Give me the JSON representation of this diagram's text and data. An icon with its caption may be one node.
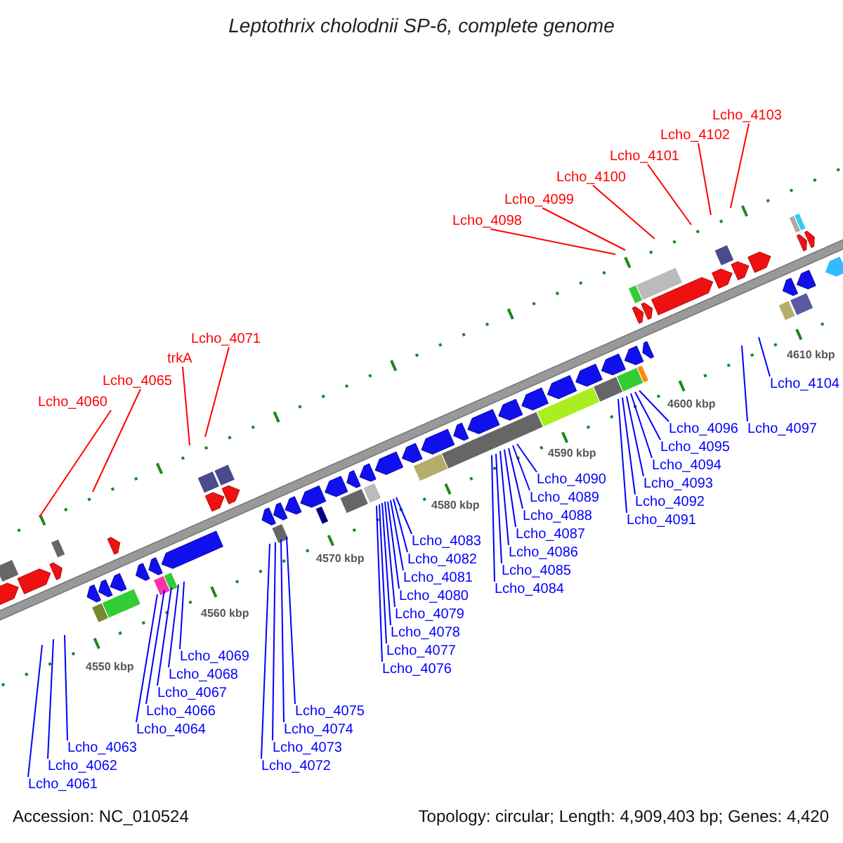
{
  "diagram": {
    "title": "Leptothrix cholodnii SP-6, complete genome",
    "nodes": [
      {
        "text": [
          "Lcho_4060"
        ]
      },
      {
        "text": [
          "Lcho_4065"
        ]
      },
      {
        "text": [
          "trkA"
        ]
      },
      {
        "text": [
          "Lcho_4071"
        ]
      },
      {
        "text": [
          "Lcho_4098"
        ]
      },
      {
        "text": [
          "Lcho_4099"
        ]
      },
      {
        "text": [
          "Lcho_4100"
        ]
      },
      {
        "text": [
          "Lcho_4101"
        ]
      },
      {
        "text": [
          "Lcho_4102"
        ]
      },
      {
        "text": [
          "Lcho_4103"
        ]
      },
      {
        "text": [
          "Lcho_4061"
        ]
      },
      {
        "text": [
          "Lcho_4062"
        ]
      },
      {
        "text": [
          "Lcho_4063"
        ]
      },
      {
        "text": [
          "Lcho_4064"
        ]
      },
      {
        "text": [
          "Lcho_4066"
        ]
      },
      {
        "text": [
          "Lcho_4067"
        ]
      },
      {
        "text": [
          "Lcho_4068"
        ]
      },
      {
        "text": [
          "Lcho_4069"
        ]
      },
      {
        "text": [
          "Lcho_4072"
        ]
      },
      {
        "text": [
          "Lcho_4073"
        ]
      },
      {
        "text": [
          "Lcho_4074"
        ]
      },
      {
        "text": [
          "Lcho_4075"
        ]
      },
      {
        "text": [
          "Lcho_4076"
        ]
      },
      {
        "text": [
          "Lcho_4077"
        ]
      },
      {
        "text": [
          "Lcho_4078"
        ]
      },
      {
        "text": [
          "Lcho_4079"
        ]
      },
      {
        "text": [
          "Lcho_4080"
        ]
      },
      {
        "text": [
          "Lcho_4081"
        ]
      },
      {
        "text": [
          "Lcho_4082"
        ]
      },
      {
        "text": [
          "Lcho_4083"
        ]
      },
      {
        "text": [
          "Lcho_4084"
        ]
      },
      {
        "text": [
          "Lcho_4085"
        ]
      },
      {
        "text": [
          "Lcho_4086"
        ]
      },
      {
        "text": [
          "Lcho_4087"
        ]
      },
      {
        "text": [
          "Lcho_4088"
        ]
      },
      {
        "text": [
          "Lcho_4089"
        ]
      },
      {
        "text": [
          "Lcho_4090"
        ]
      },
      {
        "text": [
          "Lcho_4091"
        ]
      },
      {
        "text": [
          "Lcho_4092"
        ]
      },
      {
        "text": [
          "Lcho_4093"
        ]
      },
      {
        "text": [
          "Lcho_4094"
        ]
      },
      {
        "text": [
          "Lcho_4095"
        ]
      },
      {
        "text": [
          "Lcho_4096"
        ]
      },
      {
        "text": [
          "Lcho_4097"
        ]
      },
      {
        "text": [
          "Lcho_4104"
        ]
      }
    ],
    "edges": [
      {
        "from": 0,
        "to": null,
        "arrow": "none",
        "color": "#ff0000"
      },
      {
        "from": 1,
        "to": null,
        "arrow": "none",
        "color": "#ff0000"
      },
      {
        "from": 2,
        "to": null,
        "arrow": "none",
        "color": "#ff0000"
      },
      {
        "from": 3,
        "to": null,
        "arrow": "none",
        "color": "#ff0000"
      },
      {
        "from": 4,
        "to": null,
        "arrow": "none",
        "color": "#ff0000"
      },
      {
        "from": 5,
        "to": null,
        "arrow": "none",
        "color": "#ff0000"
      },
      {
        "from": 6,
        "to": null,
        "arrow": "none",
        "color": "#ff0000"
      },
      {
        "from": 7,
        "to": null,
        "arrow": "none",
        "color": "#ff0000"
      },
      {
        "from": 8,
        "to": null,
        "arrow": "none",
        "color": "#ff0000"
      },
      {
        "from": 9,
        "to": null,
        "arrow": "none",
        "color": "#ff0000"
      },
      {
        "from": 10,
        "to": null,
        "arrow": "none"
      },
      {
        "from": 11,
        "to": null,
        "arrow": "none"
      },
      {
        "from": 12,
        "to": null,
        "arrow": "none"
      },
      {
        "from": 13,
        "to": null,
        "arrow": "none"
      },
      {
        "from": 14,
        "to": null,
        "arrow": "none"
      },
      {
        "from": 15,
        "to": null,
        "arrow": "none"
      },
      {
        "from": 16,
        "to": null,
        "arrow": "none"
      },
      {
        "from": 17,
        "to": null,
        "arrow": "none"
      },
      {
        "from": 18,
        "to": null,
        "arrow": "none"
      },
      {
        "from": 19,
        "to": null,
        "arrow": "none"
      },
      {
        "from": 20,
        "to": null,
        "arrow": "none"
      },
      {
        "from": 21,
        "to": null,
        "arrow": "none"
      },
      {
        "from": 22,
        "to": null,
        "arrow": "none"
      },
      {
        "from": 23,
        "to": null,
        "arrow": "none"
      },
      {
        "from": 24,
        "to": null,
        "arrow": "none"
      },
      {
        "from": 25,
        "to": null,
        "arrow": "none"
      },
      {
        "from": 26,
        "to": null,
        "arrow": "none"
      },
      {
        "from": 27,
        "to": null,
        "arrow": "none"
      },
      {
        "from": 28,
        "to": null,
        "arrow": "none"
      },
      {
        "from": 29,
        "to": null,
        "arrow": "none"
      },
      {
        "from": 30,
        "to": null,
        "arrow": "none"
      },
      {
        "from": 31,
        "to": null,
        "arrow": "none"
      },
      {
        "from": 32,
        "to": null,
        "arrow": "none"
      },
      {
        "from": 33,
        "to": null,
        "arrow": "none"
      },
      {
        "from": 34,
        "to": null,
        "arrow": "none"
      },
      {
        "from": 35,
        "to": null,
        "arrow": "none"
      },
      {
        "from": 36,
        "to": null,
        "arrow": "none"
      },
      {
        "from": 37,
        "to": null,
        "arrow": "none"
      },
      {
        "from": 38,
        "to": null,
        "arrow": "none"
      },
      {
        "from": 39,
        "to": null,
        "arrow": "none"
      },
      {
        "from": 40,
        "to": null,
        "arrow": "none"
      },
      {
        "from": 41,
        "to": null,
        "arrow": "none"
      },
      {
        "from": 42,
        "to": null,
        "arrow": "none"
      },
      {
        "from": 43,
        "to": null,
        "arrow": "none"
      },
      {
        "from": 44,
        "to": null,
        "arrow": "none"
      }
    ],
    "labels": [
      "4550 kbp",
      "4560 kbp",
      "4570 kbp",
      "4580 kbp",
      "4590 kbp",
      "4600 kbp",
      "4610 kbp",
      "Accession: NC_010524",
      "Topology: circular; Length: 4,909,403 bp; Genes: 4,420"
    ]
  }
}
